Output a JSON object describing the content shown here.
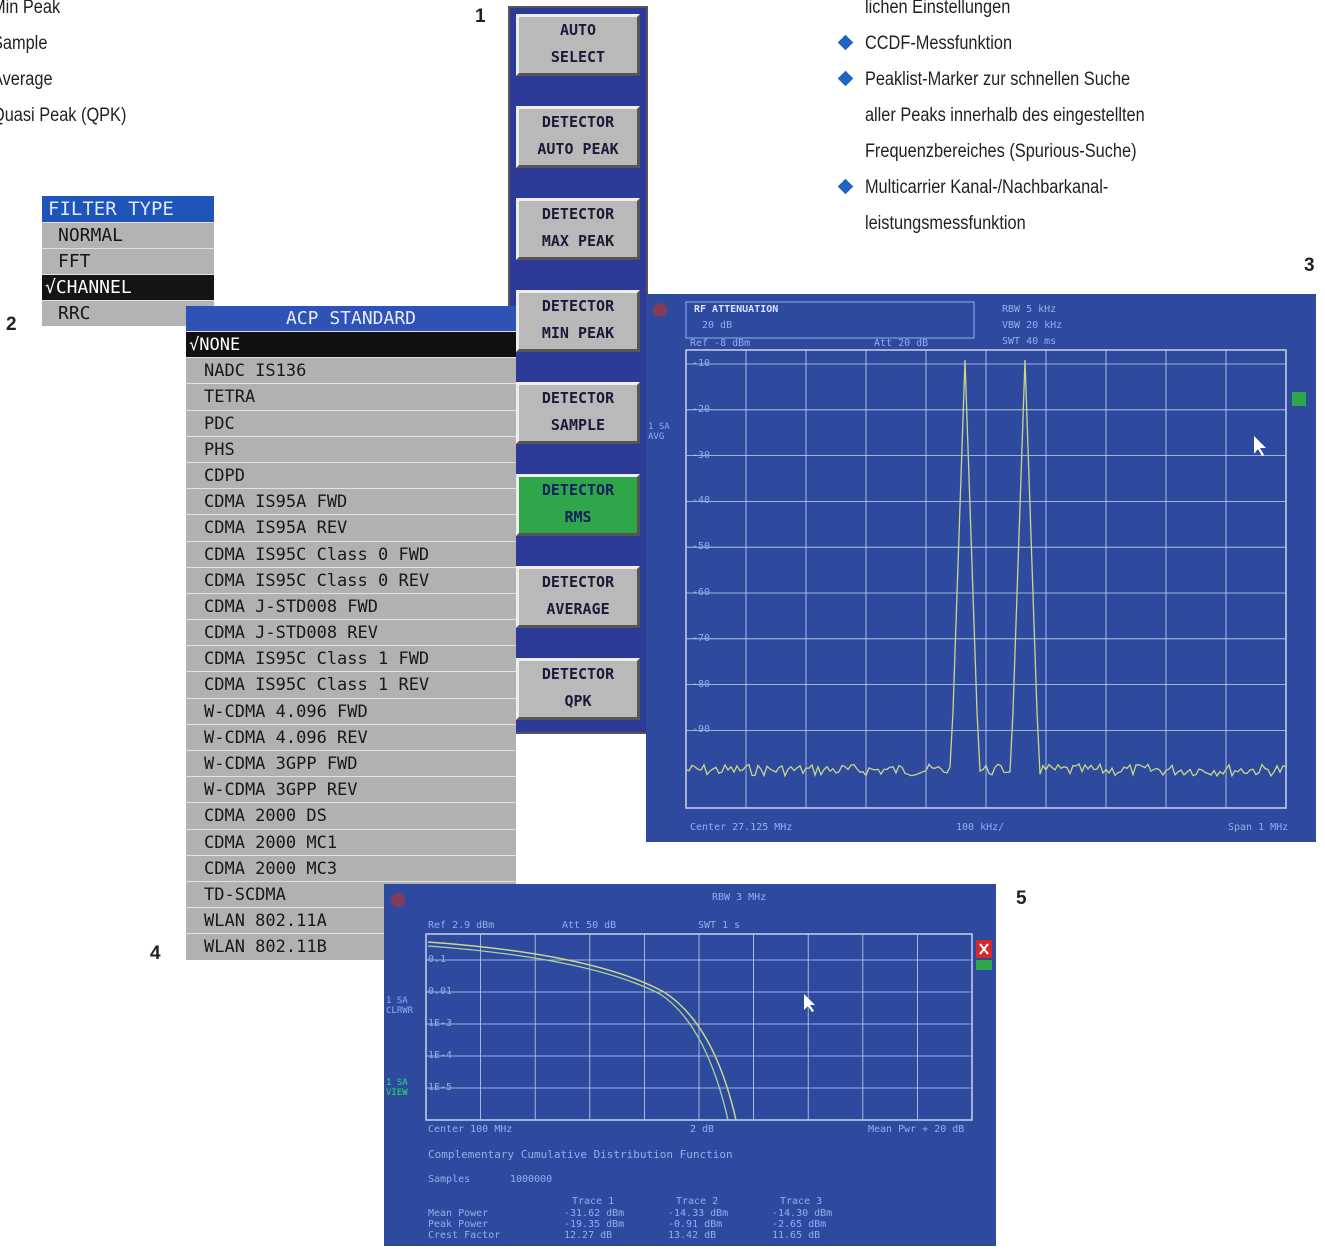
{
  "left_list": [
    "Min Peak",
    "Sample",
    "Average",
    "Quasi Peak (QPK)"
  ],
  "right_list": {
    "first_line_tail": "lichen Einstellungen",
    "bullets": [
      [
        "CCDF-Messfunktion"
      ],
      [
        "Peaklist-Marker zur schnellen Suche",
        "aller Peaks innerhalb des eingestellten",
        "Frequenzbereiches (Spurious-Suche)"
      ],
      [
        "Multicarrier Kanal-/Nachbarkanal-",
        "leistungsmessfunktion"
      ]
    ],
    "bullet_color": "#1f66c4"
  },
  "callouts": {
    "c1": "1",
    "c2": "2",
    "c3": "3",
    "c4": "4",
    "c5": "5"
  },
  "softkeys": [
    {
      "line1": "AUTO",
      "line2": "SELECT",
      "active": false
    },
    {
      "line1": "DETECTOR",
      "line2": "AUTO PEAK",
      "active": false
    },
    {
      "line1": "DETECTOR",
      "line2": "MAX PEAK",
      "active": false
    },
    {
      "line1": "DETECTOR",
      "line2": "MIN PEAK",
      "active": false
    },
    {
      "line1": "DETECTOR",
      "line2": "SAMPLE",
      "active": false
    },
    {
      "line1": "DETECTOR",
      "line2": "RMS",
      "active": true
    },
    {
      "line1": "DETECTOR",
      "line2": "AVERAGE",
      "active": false
    },
    {
      "line1": "DETECTOR",
      "line2": "QPK",
      "active": false
    }
  ],
  "filter_menu": {
    "title": "FILTER TYPE",
    "items": [
      "NORMAL",
      "FFT",
      "√CHANNEL",
      "RRC"
    ],
    "selected_index": 2
  },
  "acp_menu": {
    "title": "ACP STANDARD",
    "items": [
      "√NONE",
      "NADC IS136",
      "TETRA",
      "PDC",
      "PHS",
      "CDPD",
      "CDMA IS95A FWD",
      "CDMA IS95A REV",
      "CDMA IS95C Class 0 FWD",
      "CDMA IS95C Class 0 REV",
      "CDMA J-STD008 FWD",
      "CDMA J-STD008 REV",
      "CDMA IS95C Class 1 FWD",
      "CDMA IS95C Class 1 REV",
      "W-CDMA 4.096 FWD",
      "W-CDMA 4.096 REV",
      "W-CDMA 3GPP FWD",
      "W-CDMA 3GPP REV",
      "CDMA 2000 DS",
      "CDMA 2000 MC1",
      "CDMA 2000 MC3",
      "TD-SCDMA",
      "WLAN 802.11A",
      "WLAN 802.11B"
    ],
    "selected_index": 0
  },
  "spectrum": {
    "rf_att_title": "RF ATTENUATION",
    "rf_att_value": "20 dB",
    "ref": "Ref -8 dBm",
    "att": "Att 20 dB",
    "rbw": "RBW 5 kHz",
    "vbw": "VBW 20 kHz",
    "swt": "SWT 40 ms",
    "side_label": "1 SA\nAVG",
    "y_ticks": [
      "-10",
      "-20",
      "-30",
      "-40",
      "-50",
      "-60",
      "-70",
      "-80",
      "-90"
    ],
    "center": "Center 27.125 MHz",
    "span_per_div": "100 kHz/",
    "span": "Span 1 MHz"
  },
  "ccdf": {
    "rbw": "RBW 3 MHz",
    "ref": "Ref 2.9 dBm",
    "att": "Att 50 dB",
    "swt": "SWT 1 s",
    "side_label_1": "1 SA\nCLRWR",
    "side_label_2": "1 SA\nVIEW",
    "y_ticks": [
      "0.1",
      "0.01",
      "1E-3",
      "1E-4",
      "1E-5"
    ],
    "center": "Center 100 MHz",
    "x_div": "2 dB",
    "mean_pwr": "Mean Pwr + 20 dB",
    "title": "Complementary Cumulative Distribution Function",
    "samples_label": "Samples",
    "samples_value": "1000000",
    "table": {
      "headers": [
        "Trace 1",
        "Trace 2",
        "Trace 3"
      ],
      "rows": [
        {
          "label": "Mean Power",
          "values": [
            "-31.62 dBm",
            "-14.33 dBm",
            "-14.30 dBm"
          ]
        },
        {
          "label": "Peak Power",
          "values": [
            "-19.35 dBm",
            "-0.91 dBm",
            "-2.65 dBm"
          ]
        },
        {
          "label": "Crest Factor",
          "values": [
            "12.27 dB",
            "13.42 dB",
            "11.65 dB"
          ]
        }
      ]
    }
  },
  "colors": {
    "screen_bg": "#2d4a9e",
    "grid": "#c9d2ea",
    "trace": "#cbd58a",
    "active_key": "#2fa64a"
  }
}
